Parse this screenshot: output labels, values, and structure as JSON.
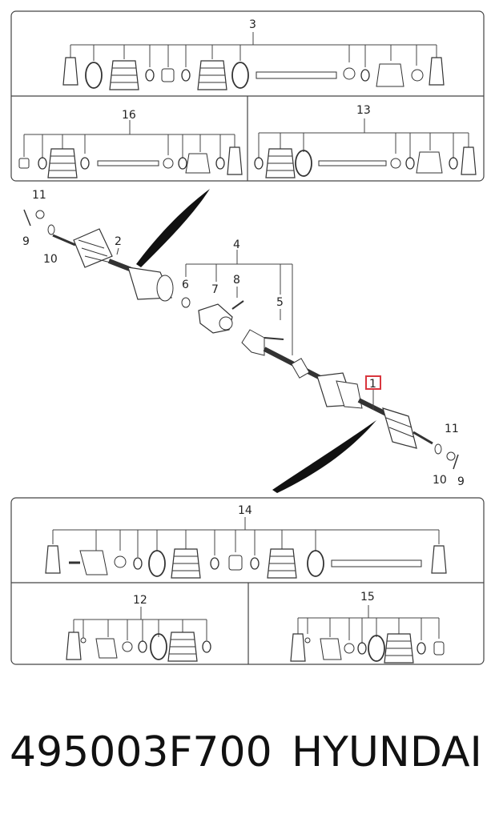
{
  "callouts": {
    "c1": "1",
    "c2": "2",
    "c3": "3",
    "c4": "4",
    "c5": "5",
    "c6": "6",
    "c7": "7",
    "c8": "8",
    "c9a": "9",
    "c9b": "9",
    "c10a": "10",
    "c10b": "10",
    "c11a": "11",
    "c11b": "11",
    "c12": "12",
    "c13": "13",
    "c14": "14",
    "c15": "15",
    "c16": "16"
  },
  "highlight_color": "#d9363e",
  "footer": {
    "part_number": "495003F700",
    "brand": "HYUNDAI"
  }
}
